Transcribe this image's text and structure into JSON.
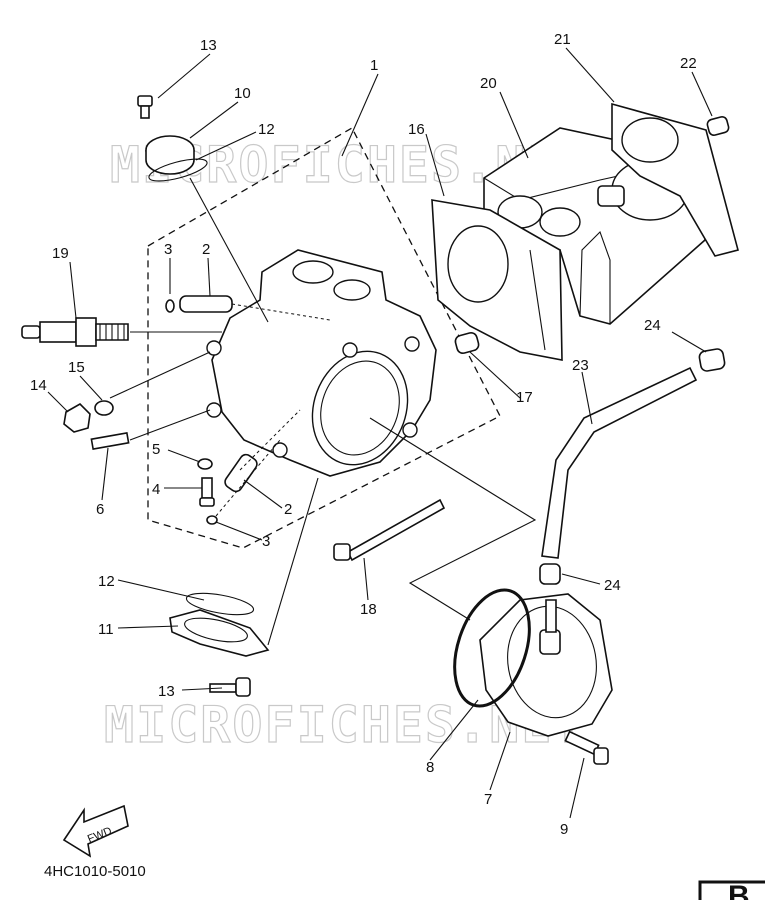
{
  "watermark": "MICROFICHES.NET",
  "diagram_code": "4HC1010-5010",
  "fwd_label": "FWD",
  "corner_letter": "B",
  "callouts": {
    "c1": "1",
    "c2a": "2",
    "c2b": "2",
    "c3a": "3",
    "c3b": "3",
    "c4": "4",
    "c5": "5",
    "c6": "6",
    "c7": "7",
    "c8": "8",
    "c9": "9",
    "c10": "10",
    "c11": "11",
    "c12a": "12",
    "c12b": "12",
    "c13a": "13",
    "c13b": "13",
    "c14": "14",
    "c15": "15",
    "c16": "16",
    "c17": "17",
    "c18": "18",
    "c19": "19",
    "c20": "20",
    "c21": "21",
    "c22": "22",
    "c23": "23",
    "c24a": "24",
    "c24b": "24"
  }
}
